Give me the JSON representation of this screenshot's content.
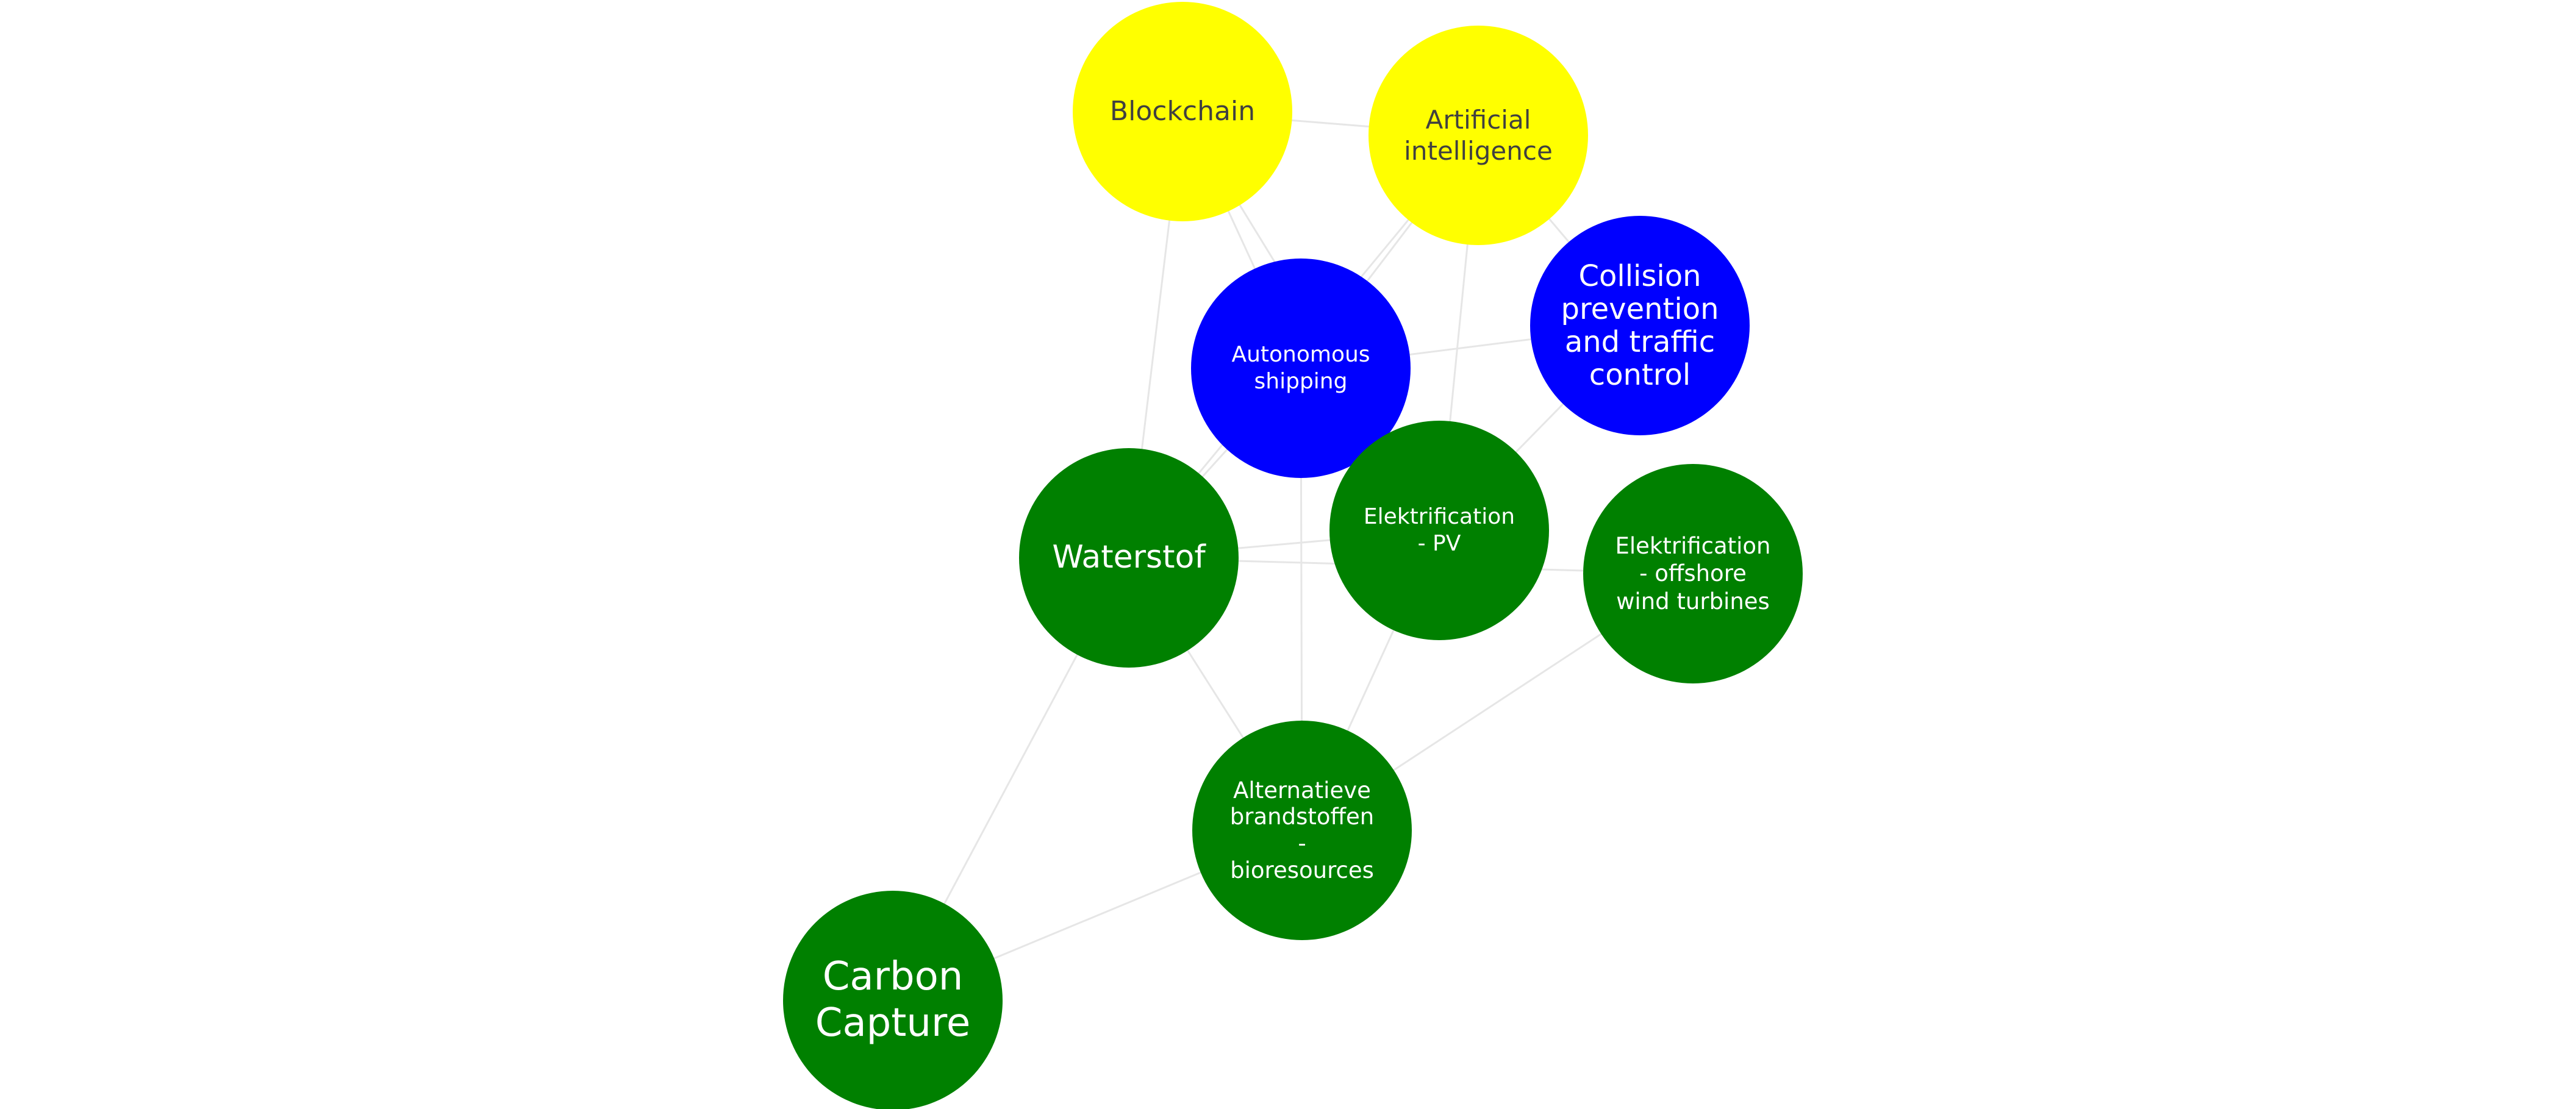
{
  "colors": {
    "emerging_tech": "#ffff00",
    "shipping": "#0000ff",
    "energy": "#008000",
    "text_dark": "#404040",
    "text_light": "#ffffff",
    "edge": "#e6e6e6"
  },
  "nodes": {
    "blockchain": {
      "label": "Blockchain",
      "fill": "#ffff00",
      "text_color": "#404040"
    },
    "ai": {
      "label": "Artificial\nintelligence",
      "fill": "#ffff00",
      "text_color": "#404040"
    },
    "autonomous": {
      "label": "Autonomous\nshipping",
      "fill": "#0000ff",
      "text_color": "#ffffff"
    },
    "collision": {
      "label": "Collision\nprevention\nand traffic\ncontrol",
      "fill": "#0000ff",
      "text_color": "#ffffff"
    },
    "waterstof": {
      "label": "Waterstof",
      "fill": "#008000",
      "text_color": "#ffffff"
    },
    "pv": {
      "label": "Elektrification\n- PV",
      "fill": "#008000",
      "text_color": "#ffffff"
    },
    "offshore": {
      "label": "Elektrification\n- offshore\nwind turbines",
      "fill": "#008000",
      "text_color": "#ffffff"
    },
    "alt": {
      "label": "Alternatieve\nbrandstoffen\n-\nbioresources",
      "fill": "#008000",
      "text_color": "#ffffff"
    },
    "carbon": {
      "label": "Carbon\nCapture",
      "fill": "#008000",
      "text_color": "#ffffff"
    }
  },
  "edges": [
    [
      "blockchain",
      "ai"
    ],
    [
      "blockchain",
      "autonomous"
    ],
    [
      "blockchain",
      "pv"
    ],
    [
      "blockchain",
      "waterstof"
    ],
    [
      "ai",
      "autonomous"
    ],
    [
      "ai",
      "collision"
    ],
    [
      "ai",
      "pv"
    ],
    [
      "ai",
      "waterstof"
    ],
    [
      "autonomous",
      "collision"
    ],
    [
      "autonomous",
      "alt"
    ],
    [
      "autonomous",
      "waterstof"
    ],
    [
      "collision",
      "pv"
    ],
    [
      "waterstof",
      "pv"
    ],
    [
      "waterstof",
      "offshore"
    ],
    [
      "waterstof",
      "alt"
    ],
    [
      "waterstof",
      "carbon"
    ],
    [
      "pv",
      "alt"
    ],
    [
      "offshore",
      "alt"
    ],
    [
      "alt",
      "carbon"
    ]
  ]
}
